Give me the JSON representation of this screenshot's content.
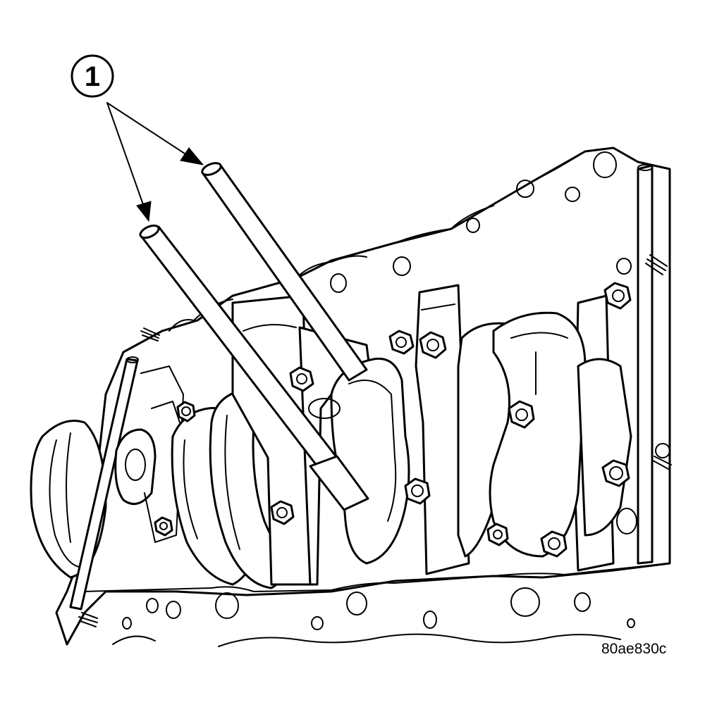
{
  "callout": {
    "number": "1",
    "description_targets": [
      "alignment-pin-rear",
      "alignment-pin-front"
    ]
  },
  "figure_id": "80ae830c",
  "colors": {
    "ink": "#000000",
    "paper": "#ffffff"
  }
}
